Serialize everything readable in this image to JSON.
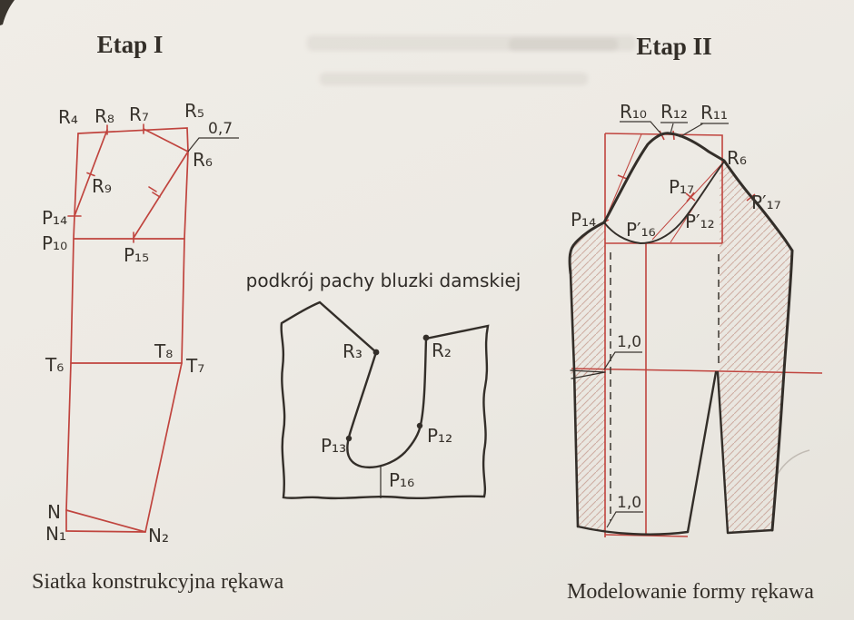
{
  "page": {
    "headings": {
      "stage1": "Etap I",
      "stage2": "Etap II"
    },
    "captions": {
      "left": "Siatka konstrukcyjna rękawa",
      "right": "Modelowanie formy rękawa"
    },
    "colors": {
      "construction_red": "#c0443e",
      "outline_black": "#332e29",
      "hatch_stroke": "#c7a094",
      "label_color": "#38332d"
    }
  },
  "sleeve_grid": {
    "labels": {
      "R4": "R₄",
      "R8": "R₈",
      "R7": "R₇",
      "R5": "R₅",
      "R6": "R₆",
      "R9": "R₉",
      "P14": "P₁₄",
      "P10": "P₁₀",
      "P15": "P₁₅",
      "T6": "T₆",
      "T8": "T₈",
      "T7": "T₇",
      "N": "N",
      "N1": "N₁",
      "N2": "N₂"
    },
    "dimensions": {
      "shoulder_offset": "0,7"
    }
  },
  "armhole_inset": {
    "title": "podkrój pachy bluzki damskiej",
    "labels": {
      "R3": "R₃",
      "R2": "R₂",
      "P13": "P₁₃",
      "P12": "P₁₂",
      "P16": "P₁₆"
    }
  },
  "sleeve_model": {
    "labels": {
      "R10": "R₁₀",
      "R12": "R₁₂",
      "R11": "R₁₁",
      "R6": "R₆",
      "P17": "P₁₇",
      "P17p": "P′₁₇",
      "P14": "P₁₄",
      "P16p": "P′₁₆",
      "P12p": "P′₁₂"
    },
    "dimensions": {
      "elbow_ease": "1,0",
      "cuff_ease": "1,0"
    }
  }
}
